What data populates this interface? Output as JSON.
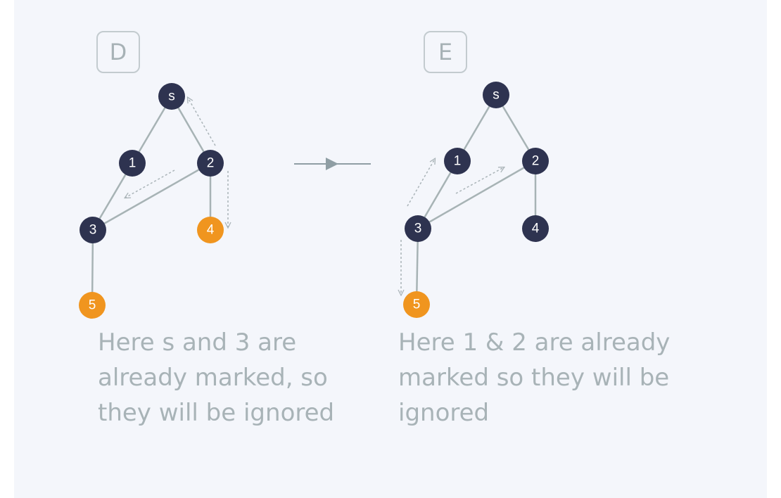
{
  "colors": {
    "background": "#f4f6fb",
    "node_default": "#2e3350",
    "node_highlight": "#f0951f",
    "edge": "#a7b3b5",
    "text": "#a8b3b7"
  },
  "panel_left": {
    "tag": "D",
    "nodes": [
      {
        "id": "s",
        "label": "s",
        "state": "default"
      },
      {
        "id": "1",
        "label": "1",
        "state": "default"
      },
      {
        "id": "2",
        "label": "2",
        "state": "default"
      },
      {
        "id": "3",
        "label": "3",
        "state": "default"
      },
      {
        "id": "4",
        "label": "4",
        "state": "highlight"
      },
      {
        "id": "5",
        "label": "5",
        "state": "highlight"
      }
    ],
    "caption_lines": [
      "Here s and 3 are",
      "already marked, so",
      "they will be ignored"
    ]
  },
  "panel_right": {
    "tag": "E",
    "nodes": [
      {
        "id": "s",
        "label": "s",
        "state": "default"
      },
      {
        "id": "1",
        "label": "1",
        "state": "default"
      },
      {
        "id": "2",
        "label": "2",
        "state": "default"
      },
      {
        "id": "3",
        "label": "3",
        "state": "default"
      },
      {
        "id": "4",
        "label": "4",
        "state": "default"
      },
      {
        "id": "5",
        "label": "5",
        "state": "highlight"
      }
    ],
    "caption_lines": [
      "Here 1 & 2 are already",
      "marked so they will be",
      "ignored"
    ]
  },
  "edges": [
    [
      "s",
      "1"
    ],
    [
      "s",
      "2"
    ],
    [
      "1",
      "3"
    ],
    [
      "2",
      "3"
    ],
    [
      "2",
      "4"
    ],
    [
      "3",
      "5"
    ]
  ]
}
